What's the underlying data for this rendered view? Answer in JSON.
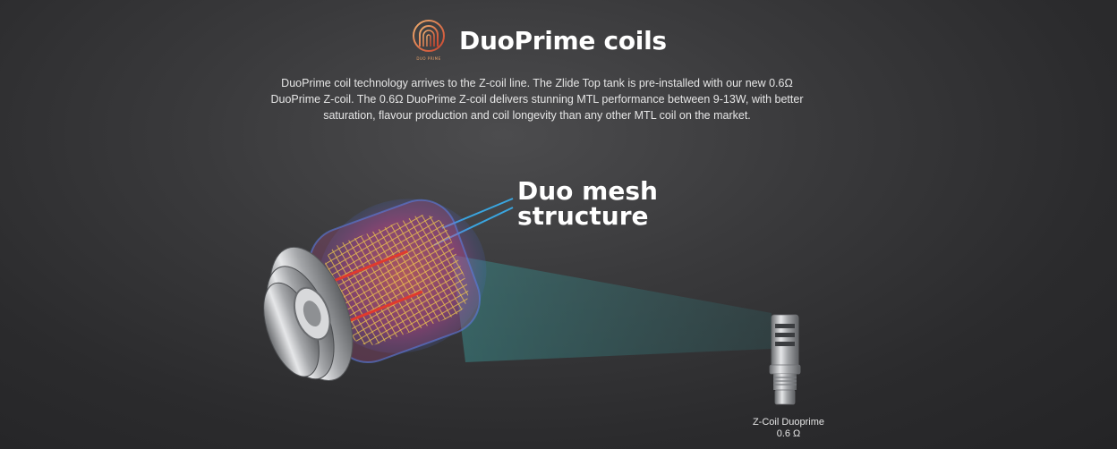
{
  "header": {
    "logo_caption": "DUO PRIME",
    "title": "DuoPrime coils"
  },
  "description": "DuoPrime coil technology arrives to the Z-coil line. The Zlide Top tank is pre-installed with our new 0.6Ω DuoPrime Z-coil. The 0.6Ω DuoPrime Z-coil delivers stunning MTL performance between 9-13W, with better saturation, flavour production and coil longevity than any other MTL coil on the market.",
  "callout": {
    "line1": "Duo mesh",
    "line2": "structure"
  },
  "coil": {
    "name": "Z-Coil Duoprime",
    "resistance": "0.6 Ω"
  },
  "colors": {
    "accent_orange": "#e8a26b",
    "accent_red": "#c9432e",
    "callout_line": "#3aa6e0",
    "beam": "#2f6a6c"
  }
}
